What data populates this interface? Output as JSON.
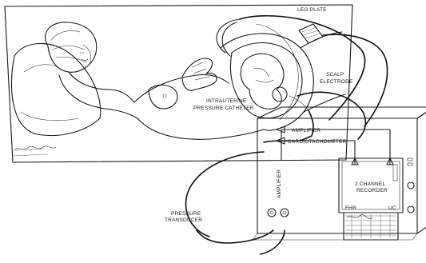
{
  "labels": {
    "leg_plate": "LEG PLATE",
    "scalp_electrode_line1": "SCALP",
    "scalp_electrode_line2": "ELECTRODE",
    "iupc_line1": "INTRAUTERINE",
    "iupc_line2": "PRESSURE CATHETER",
    "amplifier_top": "AMPLIFIER",
    "cardiotachometer": "CARDIOTACHOMETER",
    "amplifier_vertical": "AMPLIFIER",
    "recorder_line1": "2 CHANNEL",
    "recorder_line2": "RECORDER",
    "fhr": "FHR",
    "uc": "UC",
    "transducer_line1": "PRESSURE",
    "transducer_line2": "TRANSDUCER"
  }
}
